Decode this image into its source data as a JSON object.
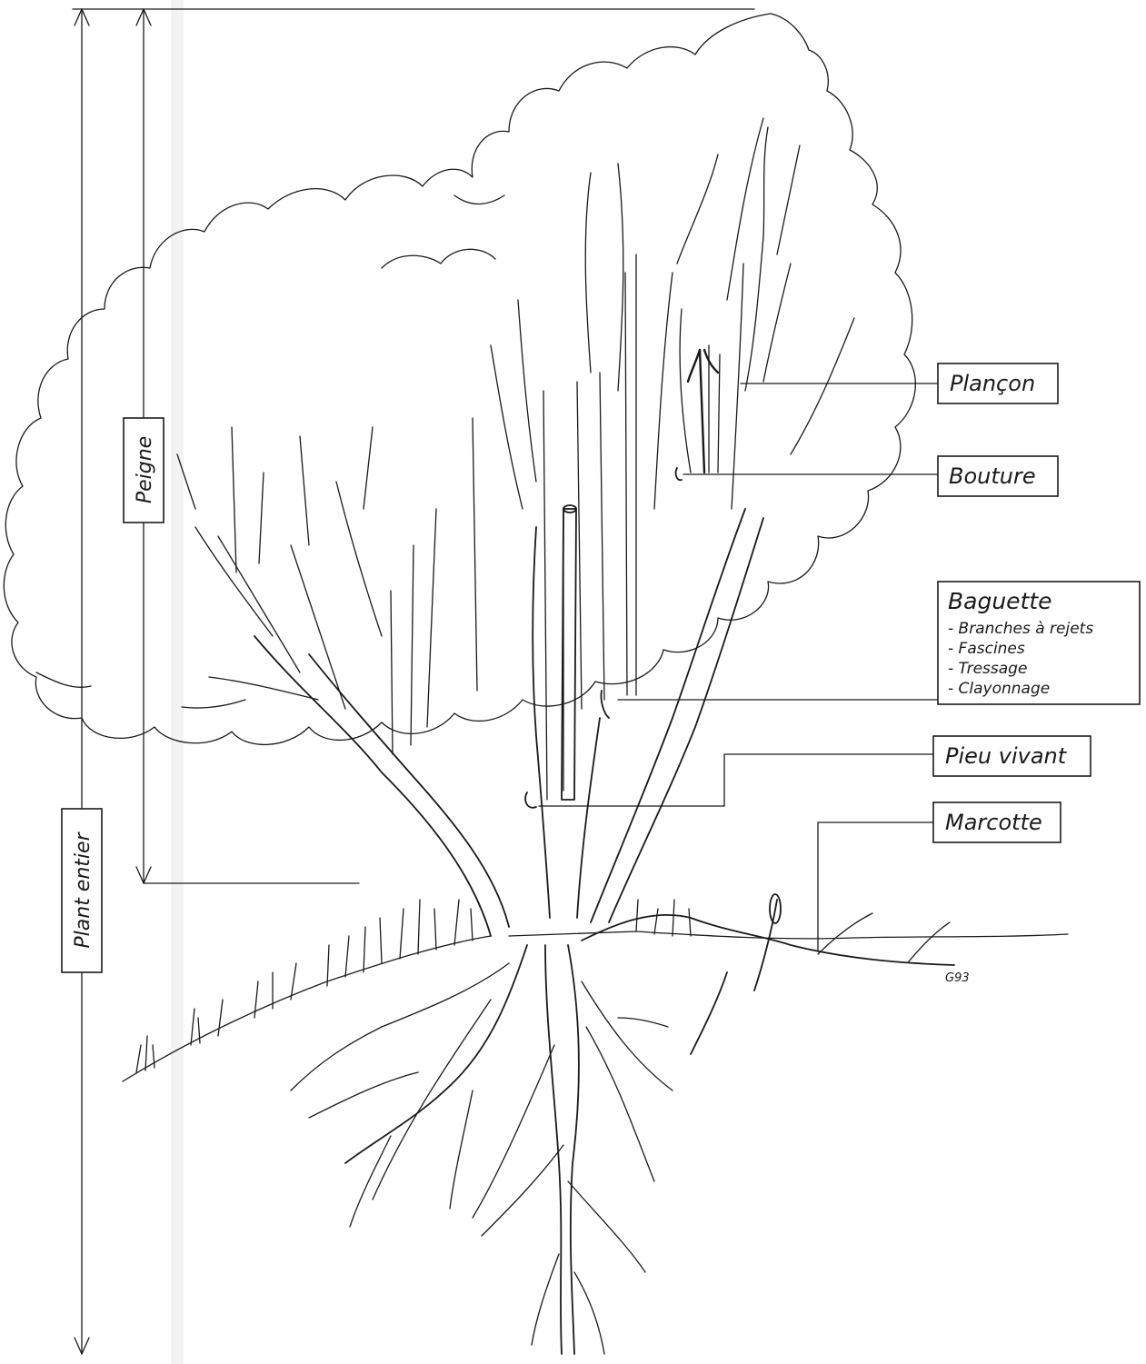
{
  "labels": {
    "plancon": "Plançon",
    "bouture": "Bouture",
    "baguette": {
      "title": "Baguette",
      "items": [
        "- Branches à rejets",
        "- Fascines",
        "- Tressage",
        "- Clayonnage"
      ]
    },
    "pieu_vivant": "Pieu vivant",
    "marcotte": "Marcotte",
    "peigne": "Peigne",
    "plant_entier": "Plant entier",
    "signature": "G93"
  }
}
